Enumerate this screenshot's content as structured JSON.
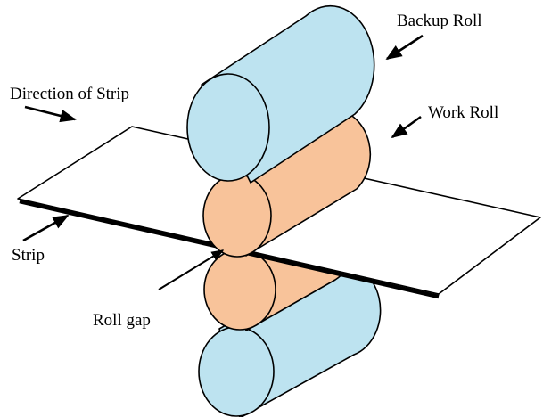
{
  "labels": {
    "backup_roll": "Backup Roll",
    "direction_of_strip": "Direction of Strip",
    "work_roll": "Work Roll",
    "strip": "Strip",
    "roll_gap": "Roll gap"
  },
  "colors": {
    "backup_roll_fill": "#bde3f0",
    "work_roll_fill": "#f8c39a",
    "strip_fill": "#ffffff",
    "outline": "#000000"
  }
}
